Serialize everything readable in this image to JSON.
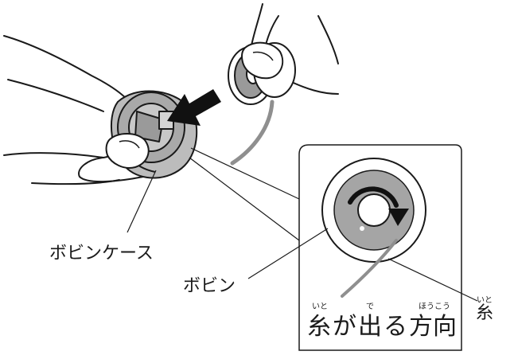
{
  "labels": {
    "bobbin_case": "ボビンケース",
    "bobbin": "ボビン",
    "thread": "糸",
    "thread_ruby": "いと",
    "direction_caption": {
      "text1": "糸",
      "text2": "が",
      "text3": "出",
      "text4": "る",
      "text5": "方向",
      "ruby1": "いと",
      "ruby3": "で",
      "ruby5": "ほうこう"
    }
  },
  "colors": {
    "line": "#1a1a1a",
    "metal": "#b9b9b9",
    "metal_dark": "#8c8c8c",
    "thread": "#8f8f8f",
    "bobbin_ring": "#a5a5a5",
    "arrow": "#111111"
  }
}
